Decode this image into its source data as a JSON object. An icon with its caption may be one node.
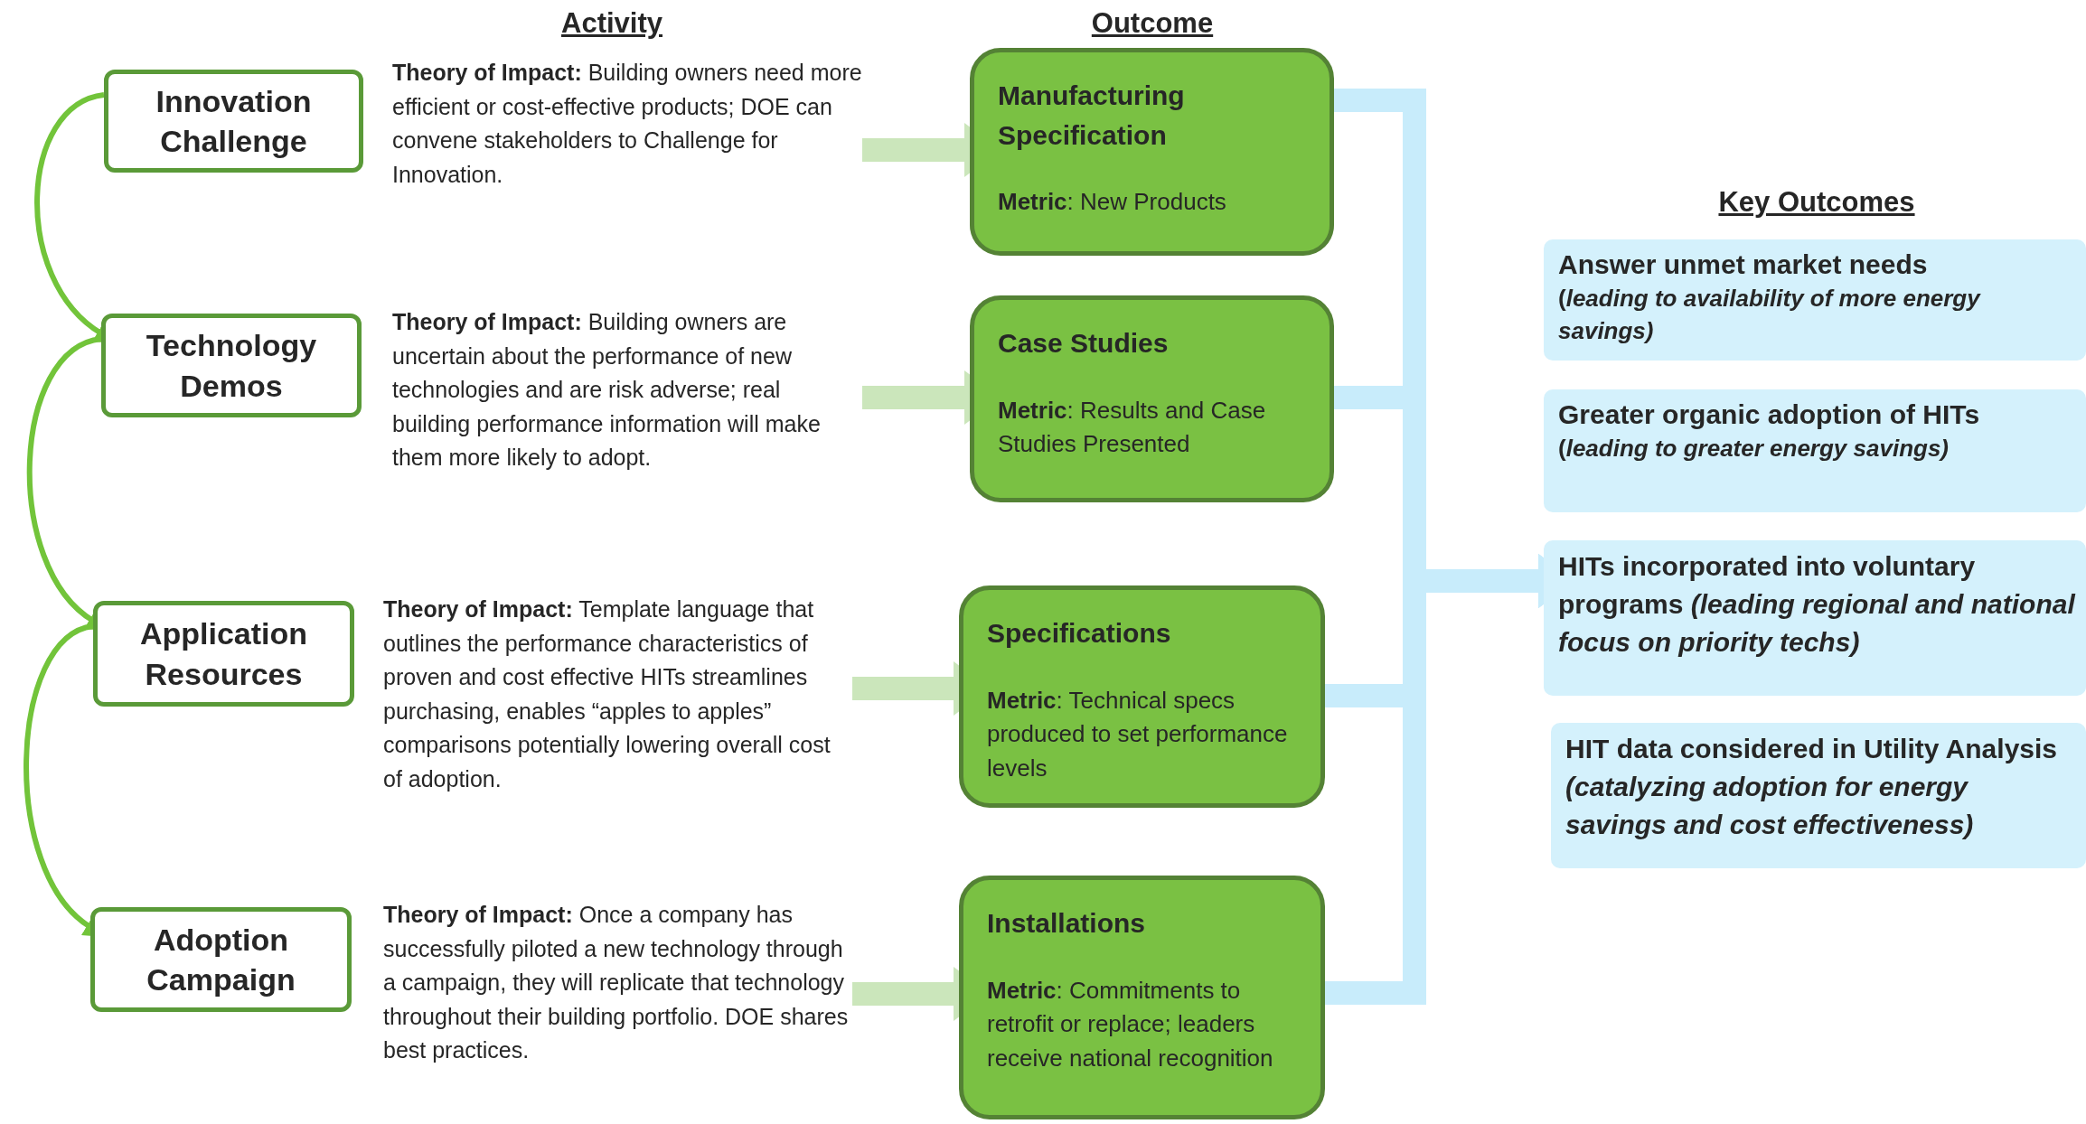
{
  "diagram": {
    "nodes": [
      {
        "text": [
          "Innovation Challenge"
        ]
      },
      {
        "text": [
          "**Theory of Impact:** Building owners need more efficient or cost-effective products; DOE can convene stakeholders to Challenge for Innovation."
        ]
      },
      {
        "text": [
          "Manufacturing Specification",
          "**Metric**: New Products"
        ]
      },
      {
        "text": [
          "Technology Demos"
        ]
      },
      {
        "text": [
          "**Theory of Impact:** Building owners are uncertain about the performance of new technologies and are risk adverse; real building performance information will make them more likely to adopt."
        ]
      },
      {
        "text": [
          "Case Studies",
          "**Metric**: Results and Case Studies Presented"
        ]
      },
      {
        "text": [
          "Application Resources"
        ]
      },
      {
        "text": [
          "**Theory of Impact:** Template language that outlines the performance characteristics of proven and cost effective HITs streamlines purchasing, enables “apples to apples” comparisons potentially lowering overall cost of adoption."
        ]
      },
      {
        "text": [
          "Specifications",
          "**Metric**: Technical specs produced to set performance levels"
        ]
      },
      {
        "text": [
          "Adoption Campaign"
        ]
      },
      {
        "text": [
          "**Theory of Impact:** Once a company has successfully piloted a new technology through a campaign, they will replicate that technology throughout their building portfolio. DOE shares best practices."
        ]
      },
      {
        "text": [
          "Installations",
          "**Metric**: Commitments to retrofit or replace; leaders receive national recognition"
        ]
      },
      {
        "text": [
          "Answer unmet market needs",
          "(*leading to availability of more energy savings)*"
        ]
      },
      {
        "text": [
          "Greater organic adoption of HITs",
          "(*leading to greater energy savings)*"
        ]
      },
      {
        "text": [
          "HITs incorporated into voluntary programs *(leading regional and national focus on priority techs)*"
        ]
      },
      {
        "text": [
          "HIT data considered in Utility Analysis *(catalyzing adoption for energy savings and cost effectiveness)*"
        ]
      }
    ],
    "edges": [
      {
        "from": 0,
        "to": 3,
        "arrow": "to",
        "color": "#72c43a"
      },
      {
        "from": 3,
        "to": 6,
        "arrow": "to",
        "color": "#72c43a"
      },
      {
        "from": 6,
        "to": 9,
        "arrow": "to",
        "color": "#72c43a"
      },
      {
        "from": 1,
        "to": 2,
        "arrow": "to",
        "color": "#cbe6bb"
      },
      {
        "from": 4,
        "to": 5,
        "arrow": "to",
        "color": "#cbe6bb"
      },
      {
        "from": 7,
        "to": 8,
        "arrow": "to",
        "color": "#cbe6bb"
      },
      {
        "from": 10,
        "to": 11,
        "arrow": "to",
        "color": "#cbe6bb"
      },
      {
        "from": 2,
        "to": 14,
        "arrow": "to",
        "color": "#c8ecfb"
      },
      {
        "from": 5,
        "to": 14,
        "arrow": "to",
        "color": "#c8ecfb"
      },
      {
        "from": 8,
        "to": 14,
        "arrow": "to",
        "color": "#c8ecfb"
      },
      {
        "from": 11,
        "to": 14,
        "arrow": "to",
        "color": "#c8ecfb"
      }
    ],
    "labels": [
      "Activity",
      "Outcome",
      "Key Outcomes"
    ]
  }
}
